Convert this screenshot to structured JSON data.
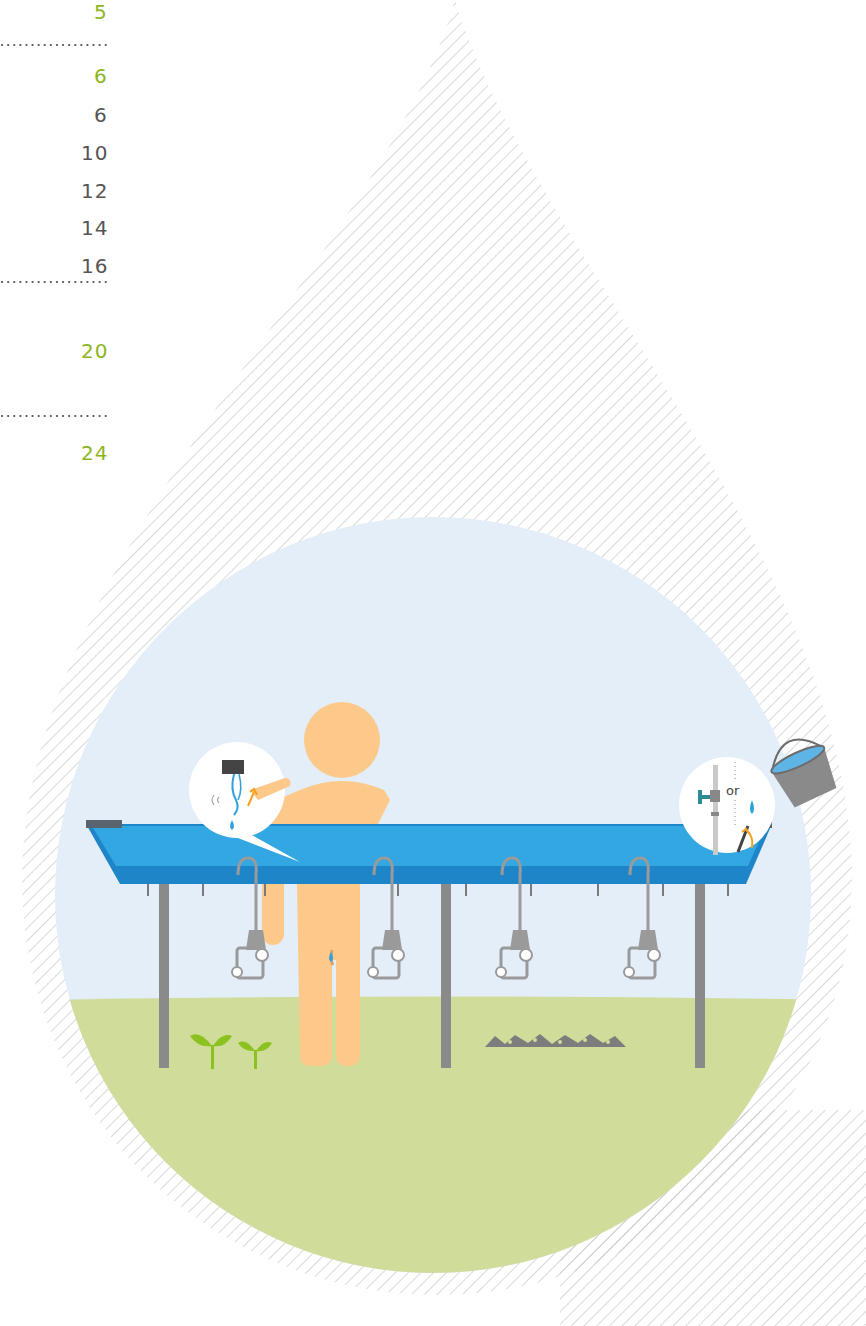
{
  "diagram": {
    "labels": [
      "5",
      "6",
      "6",
      "10",
      "12",
      "14",
      "16",
      "20",
      "24",
      "or"
    ]
  }
}
